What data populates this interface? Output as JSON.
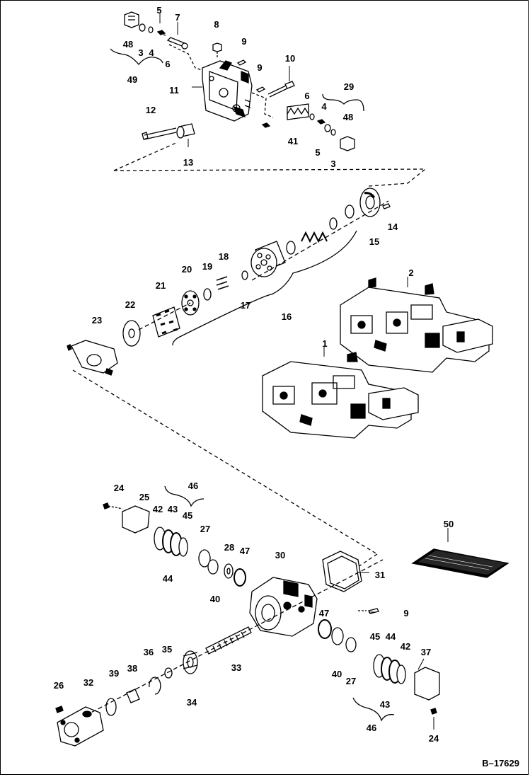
{
  "figure_code": "B–17629",
  "callouts": [
    "48",
    "3",
    "4",
    "5",
    "7",
    "6",
    "49",
    "8",
    "9",
    "9",
    "10",
    "11",
    "12",
    "13",
    "6",
    "4",
    "48",
    "29",
    "41",
    "5",
    "3",
    "14",
    "15",
    "18",
    "19",
    "20",
    "21",
    "22",
    "23",
    "17",
    "16",
    "2",
    "1",
    "24",
    "25",
    "42",
    "43",
    "45",
    "46",
    "44",
    "27",
    "28",
    "47",
    "40",
    "30",
    "31",
    "47",
    "9",
    "33",
    "36",
    "35",
    "34",
    "38",
    "39",
    "26",
    "32",
    "45",
    "44",
    "42",
    "37",
    "40",
    "27",
    "43",
    "46",
    "24",
    "50"
  ]
}
